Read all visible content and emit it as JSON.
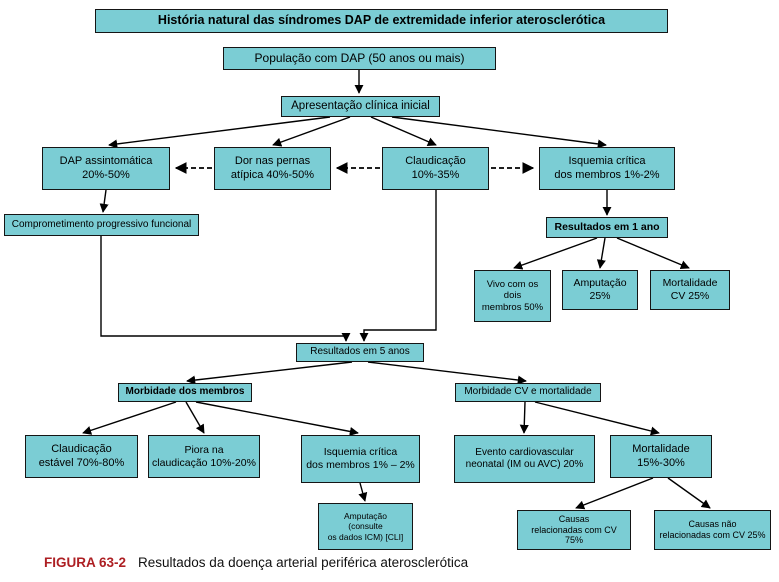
{
  "figure": {
    "caption_label": "FIGURA 63-2",
    "caption_text": "Resultados da doença arterial periférica aterosclerótica"
  },
  "colors": {
    "box_fill": "#7BCDD4",
    "box_border": "#151515",
    "caption_label": "#AD1F23"
  },
  "nodes": {
    "title": "História natural das síndromes DAP de extremidade inferior aterosclerótica",
    "population": "População com DAP (50 anos ou mais)",
    "initial_presentation": "Apresentação clínica inicial",
    "asymptomatic_pad": "DAP assintomática\n20%-50%",
    "atypical_leg_pain": "Dor nas pernas\natípica 40%-50%",
    "claudication": "Claudicação\n10%-35%",
    "critical_limb_ischemia": "Isquemia crítica\ndos membros 1%-2%",
    "progressive_functional_impairment": "Comprometimento progressivo funcional",
    "one_year_outcomes": "Resultados em 1 ano",
    "alive_two_limbs": "Vivo com os\ndois\nmembros 50%",
    "amputation_25": "Amputação\n25%",
    "cv_mortality_25": "Mortalidade\nCV 25%",
    "five_year_outcomes": "Resultados em 5 anos",
    "limb_morbidity": "Morbidade dos membros",
    "cv_morbidity_mortality": "Morbidade CV e mortalidade",
    "stable_claudication": "Claudicação\nestável 70%-80%",
    "worsening_claudication": "Piora na\nclaudicação 10%-20%",
    "critical_limb_ischemia_5yr": "Isquemia crítica\ndos membros 1% – 2%",
    "cv_event": "Evento cardiovascular\nneonatal (IM ou AVC) 20%",
    "mortality_15_30": "Mortalidade\n15%-30%",
    "amputation_cli": "Amputação\n(consulte\nos dados ICM) [CLI]",
    "cv_related_causes": "Causas\nrelacionadas com CV 75%",
    "non_cv_related_causes": "Causas não\nrelacionadas com CV 25%"
  }
}
